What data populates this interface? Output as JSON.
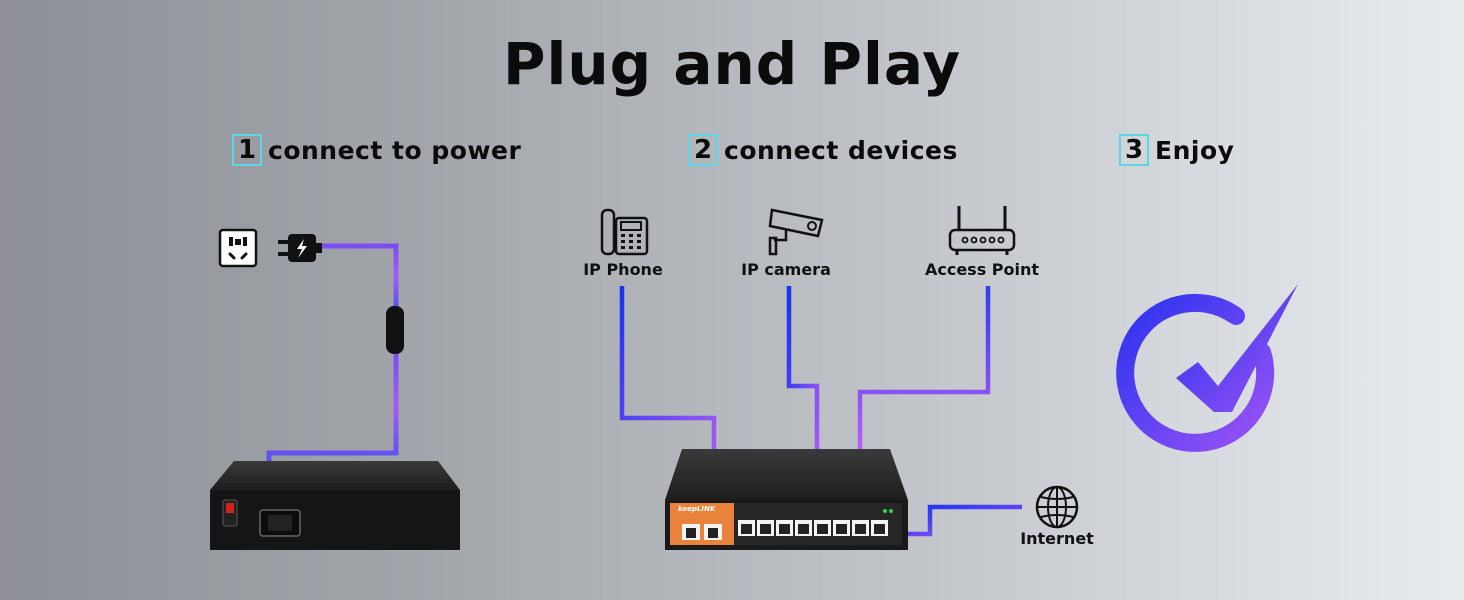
{
  "title": "Plug and Play",
  "steps": [
    {
      "number": "1",
      "label": "connect to power"
    },
    {
      "number": "2",
      "label": "connect devices"
    },
    {
      "number": "3",
      "label": "Enjoy"
    }
  ],
  "devices": {
    "ip_phone": "IP Phone",
    "ip_camera": "IP camera",
    "access_point": "Access Point",
    "internet": "Internet"
  },
  "switch": {
    "brand": "keepLINK"
  },
  "colors": {
    "cable_blue": "#1f3cf0",
    "cable_purple": "#b05cf5",
    "step_border": "#5fd6e6"
  },
  "icons": [
    "power-outlet-icon",
    "power-plug-icon",
    "ip-phone-icon",
    "ip-camera-icon",
    "access-point-icon",
    "globe-icon",
    "checkmark-icon"
  ]
}
